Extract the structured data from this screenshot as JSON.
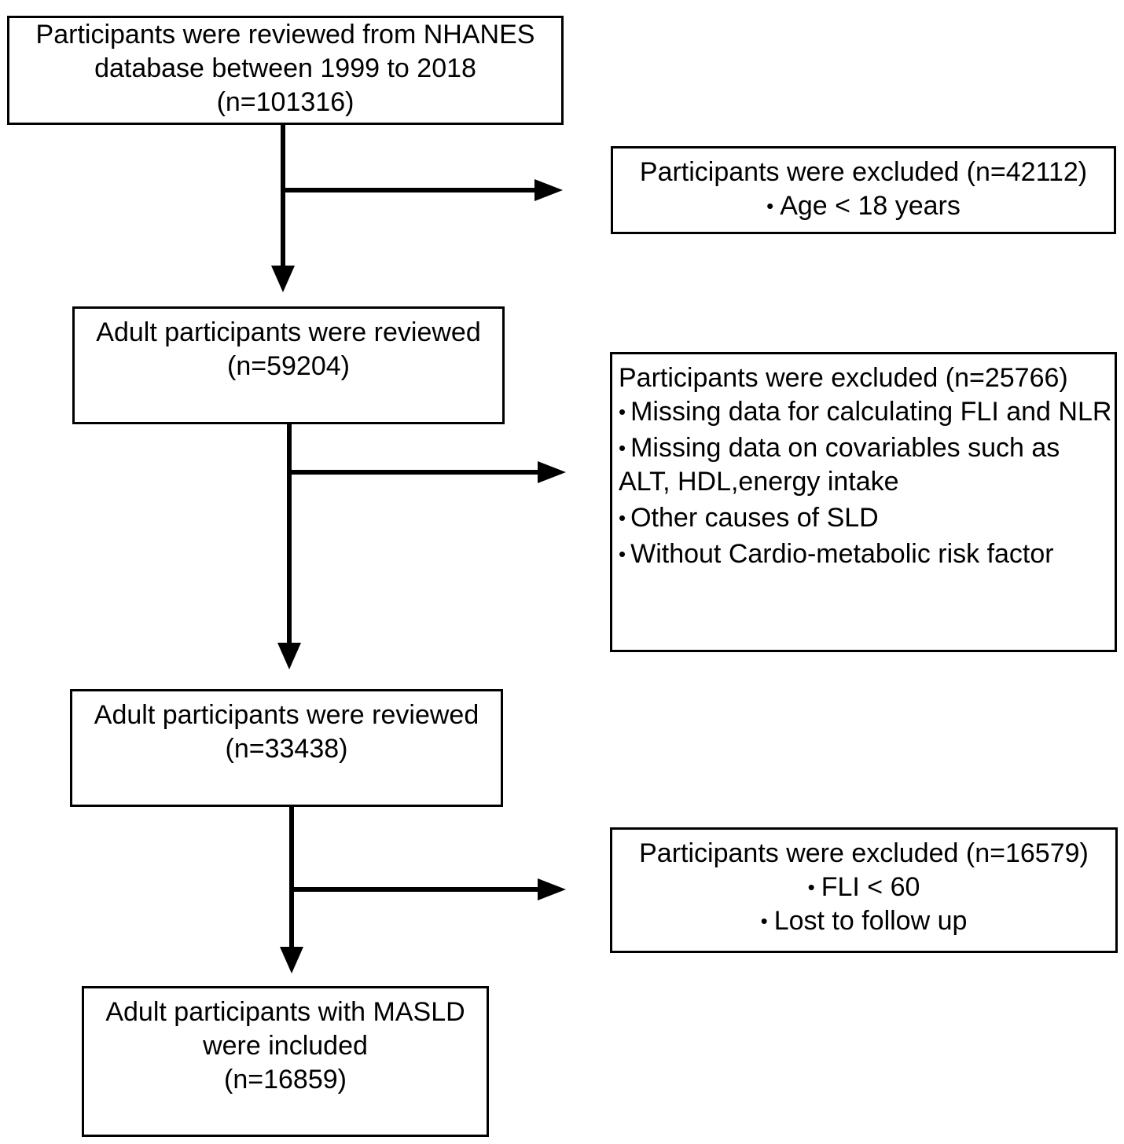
{
  "boxes": {
    "start": {
      "lines": [
        "Participants were reviewed from NHANES",
        "database between 1999 to 2018",
        "(n=101316)"
      ]
    },
    "exclusion1": {
      "title": "Participants were excluded (n=42112)",
      "items": [
        "Age < 18 years"
      ]
    },
    "adult1": {
      "lines": [
        "Adult participants were reviewed",
        "(n=59204)"
      ]
    },
    "exclusion2": {
      "title": "Participants were excluded (n=25766)",
      "items": [
        "Missing data for calculating FLI and NLR",
        "Missing data on covariables such as ALT, HDL,energy intake",
        "Other causes of SLD",
        "Without Cardio-metabolic risk factor"
      ]
    },
    "adult2": {
      "lines": [
        "Adult participants were reviewed",
        "(n=33438)"
      ]
    },
    "exclusion3": {
      "title": "Participants were excluded (n=16579)",
      "items": [
        "FLI < 60",
        "Lost to follow up"
      ]
    },
    "final": {
      "lines": [
        "Adult participants with MASLD",
        "were included",
        "(n=16859)"
      ]
    }
  }
}
